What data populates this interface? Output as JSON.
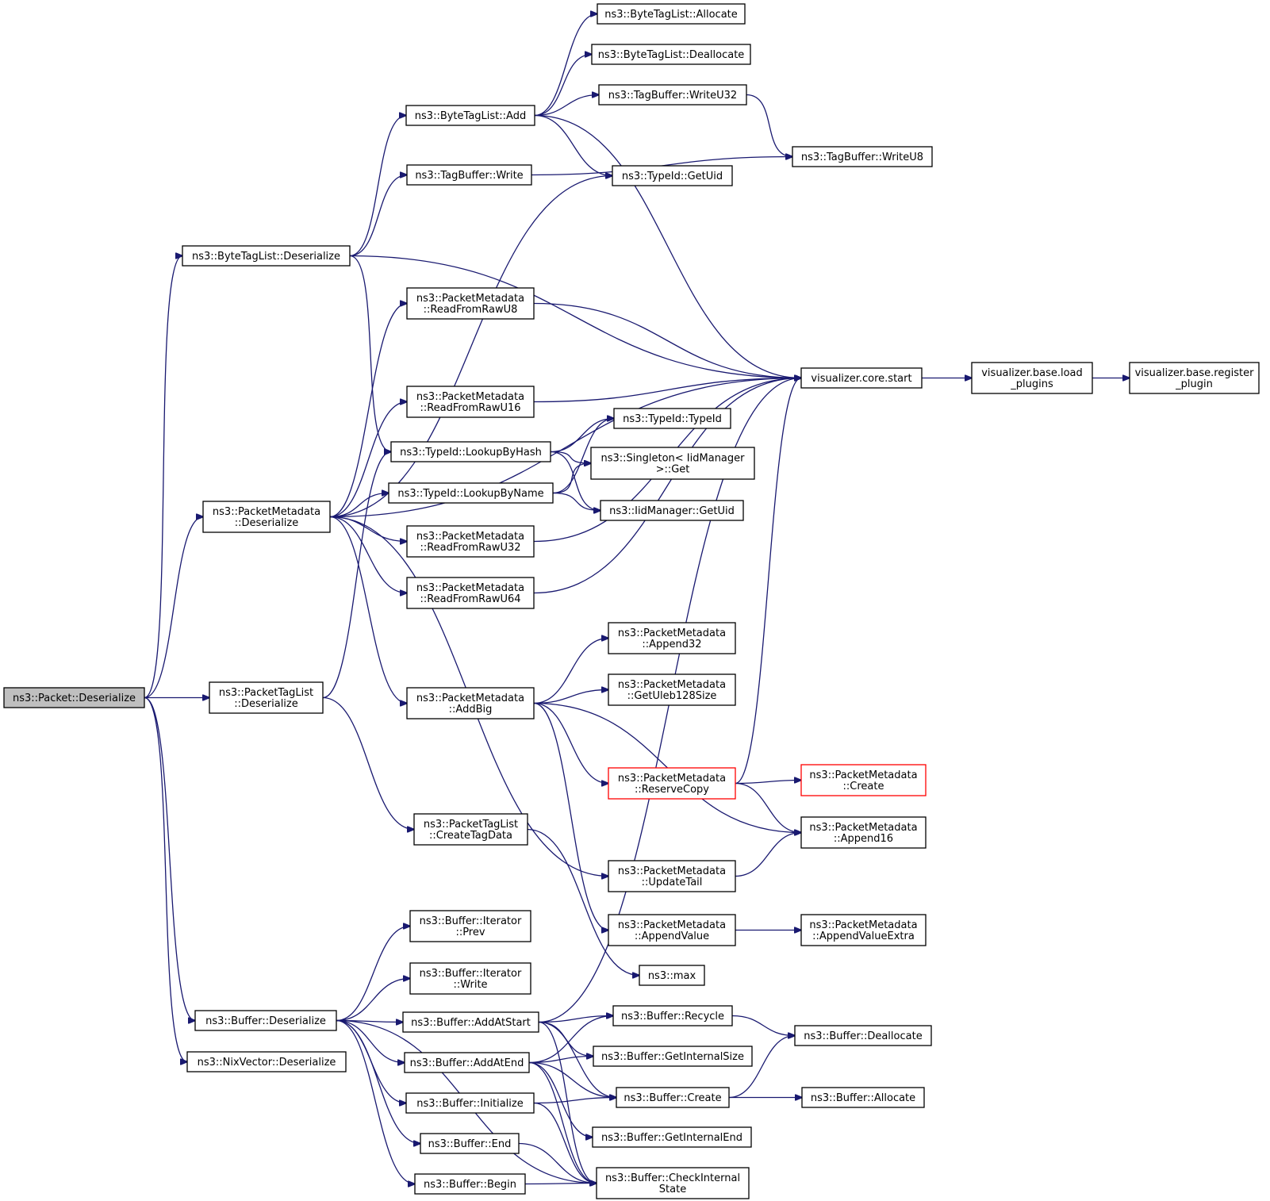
{
  "colors": {
    "edge": "#191970",
    "root_fill": "#bfbfbf",
    "highlight_border": "#ff0000"
  },
  "nodes": {
    "packet_deserialize": {
      "lines": [
        "ns3::Packet::Deserialize"
      ],
      "root": true
    },
    "btl_deserialize": {
      "lines": [
        "ns3::ByteTagList::Deserialize"
      ]
    },
    "pm_deserialize": {
      "lines": [
        "ns3::PacketMetadata",
        "::Deserialize"
      ]
    },
    "ptl_deserialize": {
      "lines": [
        "ns3::PacketTagList",
        "::Deserialize"
      ]
    },
    "buffer_deserialize": {
      "lines": [
        "ns3::Buffer::Deserialize"
      ]
    },
    "nix_deserialize": {
      "lines": [
        "ns3::NixVector::Deserialize"
      ]
    },
    "btl_add": {
      "lines": [
        "ns3::ByteTagList::Add"
      ]
    },
    "tb_write": {
      "lines": [
        "ns3::TagBuffer::Write"
      ]
    },
    "pm_read_u8": {
      "lines": [
        "ns3::PacketMetadata",
        "::ReadFromRawU8"
      ]
    },
    "pm_read_u16": {
      "lines": [
        "ns3::PacketMetadata",
        "::ReadFromRawU16"
      ]
    },
    "typeid_lookup_hash": {
      "lines": [
        "ns3::TypeId::LookupByHash"
      ]
    },
    "typeid_lookup_name": {
      "lines": [
        "ns3::TypeId::LookupByName"
      ]
    },
    "pm_read_u32": {
      "lines": [
        "ns3::PacketMetadata",
        "::ReadFromRawU32"
      ]
    },
    "pm_read_u64": {
      "lines": [
        "ns3::PacketMetadata",
        "::ReadFromRawU64"
      ]
    },
    "pm_addbig": {
      "lines": [
        "ns3::PacketMetadata",
        "::AddBig"
      ]
    },
    "ptl_create_tag_data": {
      "lines": [
        "ns3::PacketTagList",
        "::CreateTagData"
      ]
    },
    "bi_prev": {
      "lines": [
        "ns3::Buffer::Iterator",
        "::Prev"
      ]
    },
    "bi_write": {
      "lines": [
        "ns3::Buffer::Iterator",
        "::Write"
      ]
    },
    "buffer_addatstart": {
      "lines": [
        "ns3::Buffer::AddAtStart"
      ]
    },
    "buffer_addatend": {
      "lines": [
        "ns3::Buffer::AddAtEnd"
      ]
    },
    "buffer_initialize": {
      "lines": [
        "ns3::Buffer::Initialize"
      ]
    },
    "buffer_end": {
      "lines": [
        "ns3::Buffer::End"
      ]
    },
    "buffer_begin": {
      "lines": [
        "ns3::Buffer::Begin"
      ]
    },
    "btl_allocate": {
      "lines": [
        "ns3::ByteTagList::Allocate"
      ]
    },
    "btl_deallocate": {
      "lines": [
        "ns3::ByteTagList::Deallocate"
      ]
    },
    "tb_writeu32": {
      "lines": [
        "ns3::TagBuffer::WriteU32"
      ]
    },
    "typeid_getuid": {
      "lines": [
        "ns3::TypeId::GetUid"
      ]
    },
    "typeid_typeid": {
      "lines": [
        "ns3::TypeId::TypeId"
      ]
    },
    "singleton_get": {
      "lines": [
        "ns3::Singleton< IidManager",
        " >::Get"
      ]
    },
    "iid_getuid": {
      "lines": [
        "ns3::IidManager::GetUid"
      ]
    },
    "pm_append32": {
      "lines": [
        "ns3::PacketMetadata",
        "::Append32"
      ]
    },
    "pm_getuleb": {
      "lines": [
        "ns3::PacketMetadata",
        "::GetUleb128Size"
      ]
    },
    "pm_reservecopy": {
      "lines": [
        "ns3::PacketMetadata",
        "::ReserveCopy"
      ],
      "red": true
    },
    "pm_updatetail": {
      "lines": [
        "ns3::PacketMetadata",
        "::UpdateTail"
      ]
    },
    "pm_appendvalue": {
      "lines": [
        "ns3::PacketMetadata",
        "::AppendValue"
      ]
    },
    "ns3_max": {
      "lines": [
        "ns3::max"
      ]
    },
    "buffer_recycle": {
      "lines": [
        "ns3::Buffer::Recycle"
      ]
    },
    "buffer_getinternalsize": {
      "lines": [
        "ns3::Buffer::GetInternalSize"
      ]
    },
    "buffer_create": {
      "lines": [
        "ns3::Buffer::Create"
      ]
    },
    "buffer_getinternalend": {
      "lines": [
        "ns3::Buffer::GetInternalEnd"
      ]
    },
    "buffer_checkinternal": {
      "lines": [
        "ns3::Buffer::CheckInternal",
        "State"
      ]
    },
    "tb_writeu8": {
      "lines": [
        "ns3::TagBuffer::WriteU8"
      ]
    },
    "vis_core_start": {
      "lines": [
        "visualizer.core.start"
      ]
    },
    "pm_create": {
      "lines": [
        "ns3::PacketMetadata",
        "::Create"
      ],
      "red": true
    },
    "pm_append16": {
      "lines": [
        "ns3::PacketMetadata",
        "::Append16"
      ]
    },
    "pm_appendvalueextra": {
      "lines": [
        "ns3::PacketMetadata",
        "::AppendValueExtra"
      ]
    },
    "buffer_deallocate": {
      "lines": [
        "ns3::Buffer::Deallocate"
      ]
    },
    "buffer_allocate": {
      "lines": [
        "ns3::Buffer::Allocate"
      ]
    },
    "vis_load_plugins": {
      "lines": [
        "visualizer.base.load",
        "_plugins"
      ]
    },
    "vis_register_plugin": {
      "lines": [
        "visualizer.base.register",
        "_plugin"
      ]
    }
  },
  "edges": [
    [
      "packet_deserialize",
      "btl_deserialize"
    ],
    [
      "packet_deserialize",
      "pm_deserialize"
    ],
    [
      "packet_deserialize",
      "ptl_deserialize"
    ],
    [
      "packet_deserialize",
      "buffer_deserialize"
    ],
    [
      "packet_deserialize",
      "nix_deserialize"
    ],
    [
      "btl_deserialize",
      "btl_add"
    ],
    [
      "btl_deserialize",
      "tb_write"
    ],
    [
      "btl_deserialize",
      "vis_core_start"
    ],
    [
      "btl_deserialize",
      "typeid_lookup_hash"
    ],
    [
      "btl_add",
      "btl_allocate"
    ],
    [
      "btl_add",
      "btl_deallocate"
    ],
    [
      "btl_add",
      "tb_writeu32"
    ],
    [
      "btl_add",
      "typeid_getuid"
    ],
    [
      "btl_add",
      "vis_core_start"
    ],
    [
      "tb_writeu32",
      "tb_writeu8"
    ],
    [
      "tb_write",
      "tb_writeu8"
    ],
    [
      "pm_deserialize",
      "typeid_getuid"
    ],
    [
      "pm_deserialize",
      "pm_read_u8"
    ],
    [
      "pm_deserialize",
      "vis_core_start"
    ],
    [
      "pm_deserialize",
      "pm_read_u16"
    ],
    [
      "pm_deserialize",
      "typeid_lookup_name"
    ],
    [
      "pm_deserialize",
      "pm_read_u32"
    ],
    [
      "pm_deserialize",
      "pm_read_u64"
    ],
    [
      "pm_deserialize",
      "pm_addbig"
    ],
    [
      "pm_deserialize",
      "pm_updatetail"
    ],
    [
      "pm_read_u8",
      "vis_core_start"
    ],
    [
      "pm_read_u16",
      "vis_core_start"
    ],
    [
      "pm_read_u32",
      "vis_core_start"
    ],
    [
      "pm_read_u64",
      "vis_core_start"
    ],
    [
      "typeid_lookup_hash",
      "typeid_typeid"
    ],
    [
      "typeid_lookup_hash",
      "singleton_get"
    ],
    [
      "typeid_lookup_hash",
      "iid_getuid"
    ],
    [
      "typeid_lookup_name",
      "typeid_typeid"
    ],
    [
      "typeid_lookup_name",
      "singleton_get"
    ],
    [
      "typeid_lookup_name",
      "iid_getuid"
    ],
    [
      "ptl_deserialize",
      "typeid_lookup_hash"
    ],
    [
      "ptl_deserialize",
      "ptl_create_tag_data"
    ],
    [
      "ptl_create_tag_data",
      "ns3_max"
    ],
    [
      "pm_addbig",
      "pm_append32"
    ],
    [
      "pm_addbig",
      "pm_getuleb"
    ],
    [
      "pm_addbig",
      "pm_reservecopy"
    ],
    [
      "pm_addbig",
      "pm_append16"
    ],
    [
      "pm_addbig",
      "pm_appendvalue"
    ],
    [
      "pm_reservecopy",
      "vis_core_start"
    ],
    [
      "pm_reservecopy",
      "pm_create"
    ],
    [
      "pm_reservecopy",
      "pm_append16"
    ],
    [
      "pm_updatetail",
      "pm_append16"
    ],
    [
      "pm_appendvalue",
      "pm_appendvalueextra"
    ],
    [
      "vis_core_start",
      "vis_load_plugins"
    ],
    [
      "vis_load_plugins",
      "vis_register_plugin"
    ],
    [
      "buffer_deserialize",
      "bi_prev"
    ],
    [
      "buffer_deserialize",
      "bi_write"
    ],
    [
      "buffer_deserialize",
      "buffer_addatstart"
    ],
    [
      "buffer_deserialize",
      "buffer_addatend"
    ],
    [
      "buffer_deserialize",
      "buffer_initialize"
    ],
    [
      "buffer_deserialize",
      "buffer_end"
    ],
    [
      "buffer_deserialize",
      "buffer_begin"
    ],
    [
      "buffer_deserialize",
      "buffer_checkinternal"
    ],
    [
      "buffer_addatstart",
      "vis_core_start"
    ],
    [
      "buffer_addatstart",
      "buffer_recycle"
    ],
    [
      "buffer_addatstart",
      "buffer_getinternalsize"
    ],
    [
      "buffer_addatstart",
      "buffer_create"
    ],
    [
      "buffer_addatstart",
      "buffer_checkinternal"
    ],
    [
      "buffer_addatend",
      "buffer_recycle"
    ],
    [
      "buffer_addatend",
      "buffer_getinternalsize"
    ],
    [
      "buffer_addatend",
      "buffer_create"
    ],
    [
      "buffer_addatend",
      "buffer_getinternalend"
    ],
    [
      "buffer_addatend",
      "buffer_checkinternal"
    ],
    [
      "buffer_initialize",
      "buffer_create"
    ],
    [
      "buffer_initialize",
      "buffer_checkinternal"
    ],
    [
      "buffer_end",
      "buffer_checkinternal"
    ],
    [
      "buffer_begin",
      "buffer_checkinternal"
    ],
    [
      "buffer_recycle",
      "buffer_deallocate"
    ],
    [
      "buffer_create",
      "buffer_deallocate"
    ],
    [
      "buffer_create",
      "buffer_allocate"
    ]
  ]
}
